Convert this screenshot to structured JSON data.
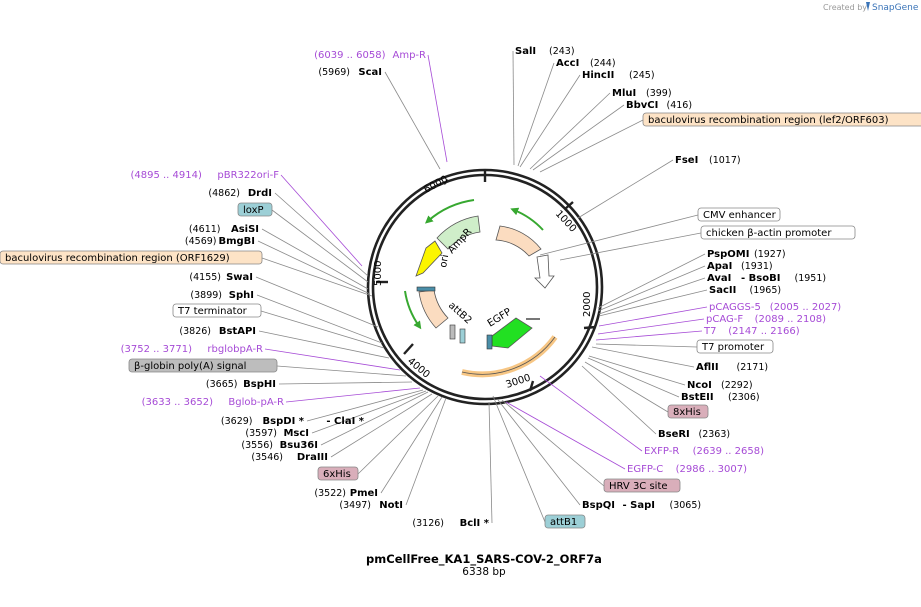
{
  "title": "pmCellFree_KA1_SARS-COV-2_ORF7a",
  "subtitle": "6338 bp",
  "credit": {
    "prefix": "Created by",
    "brand": "SnapGene"
  },
  "ticks": [
    "1000",
    "2000",
    "3000",
    "4000",
    "5000",
    "6000"
  ],
  "colors": {
    "primer": "#a64bd6",
    "boxed_orange": "#fde3c6",
    "boxed_blue": "#9ccfd6",
    "boxed_grey": "#bdbdbd",
    "boxed_pink": "#d9aeba",
    "feat_peach": "#fbdcc0",
    "feat_green_light": "#cfeec9",
    "feat_yellow": "#fbf500",
    "feat_green_bright": "#22e022",
    "feat_orange_arc": "#f7c684",
    "arc_green": "#37a830"
  },
  "features_inner": [
    {
      "label": "AmpR"
    },
    {
      "label": "ori"
    },
    {
      "label": "attB2"
    },
    {
      "label": "EGFP"
    }
  ],
  "labels_right": [
    {
      "name": "SalI",
      "pos": "(243)"
    },
    {
      "name": "AccI",
      "pos": "(244)"
    },
    {
      "name": "HincII",
      "pos": "(245)"
    },
    {
      "name": "MluI",
      "pos": "(399)"
    },
    {
      "name": "BbvCI",
      "pos": "(416)"
    },
    {
      "box": "baculovirus recombination region (lef2/ORF603)",
      "style": "orange"
    },
    {
      "name": "FseI",
      "pos": "(1017)"
    },
    {
      "box": "CMV enhancer",
      "style": "white"
    },
    {
      "box": "chicken β-actin promoter",
      "style": "white"
    },
    {
      "name": "PspOMI",
      "pos": "(1927)"
    },
    {
      "name": "ApaI",
      "pos": "(1931)"
    },
    {
      "name": "AvaI",
      "extra": "- BsoBI",
      "pos": "(1951)"
    },
    {
      "name": "SacII",
      "pos": "(1965)"
    },
    {
      "primer": "pCAGGS-5",
      "range": "(2005 .. 2027)"
    },
    {
      "primer": "pCAG-F",
      "range": "(2089 .. 2108)"
    },
    {
      "primer": "T7",
      "range": "(2147 .. 2166)"
    },
    {
      "box": "T7 promoter",
      "style": "white"
    },
    {
      "name": "AflII",
      "pos": "(2171)"
    },
    {
      "name": "NcoI",
      "pos": "(2292)"
    },
    {
      "name": "BstEII",
      "pos": "(2306)"
    },
    {
      "box": "8xHis",
      "style": "pink"
    },
    {
      "name": "BseRI",
      "pos": "(2363)"
    },
    {
      "primer": "EXFP-R",
      "range": "(2639 .. 2658)"
    },
    {
      "primer": "EGFP-C",
      "range": "(2986 .. 3007)"
    },
    {
      "box": "HRV 3C site",
      "style": "pink"
    },
    {
      "name": "BspQI",
      "extra": "- SapI",
      "pos": "(3065)"
    },
    {
      "box": "attB1",
      "style": "blue"
    }
  ],
  "labels_left": [
    {
      "primer": "Amp-R",
      "range": "(6039 .. 6058)"
    },
    {
      "name": "ScaI",
      "pos": "(5969)"
    },
    {
      "primer": "pBR322ori-F",
      "range": "(4895 .. 4914)"
    },
    {
      "name": "DrdI",
      "pos": "(4862)"
    },
    {
      "box": "loxP",
      "style": "blue"
    },
    {
      "name": "AsiSI",
      "pos": "(4611)"
    },
    {
      "name": "BmgBI",
      "pos": "(4569)"
    },
    {
      "box": "baculovirus recombination region (ORF1629)",
      "style": "orange"
    },
    {
      "name": "SwaI",
      "pos": "(4155)"
    },
    {
      "name": "SphI",
      "pos": "(3899)"
    },
    {
      "box": "T7 terminator",
      "style": "white"
    },
    {
      "name": "BstAPI",
      "pos": "(3826)"
    },
    {
      "primer": "rbglobpA-R",
      "range": "(3752 .. 3771)"
    },
    {
      "box": "β-globin poly(A) signal",
      "style": "grey"
    },
    {
      "name": "BspHI",
      "pos": "(3665)"
    },
    {
      "primer": "Bglob-pA-R",
      "range": "(3633 .. 3652)"
    },
    {
      "name": "BspDI *",
      "extra": "- ClaI *",
      "pos": "(3629)"
    },
    {
      "name": "MscI",
      "pos": "(3597)"
    },
    {
      "name": "Bsu36I",
      "pos": "(3556)"
    },
    {
      "name": "DraIII",
      "pos": "(3546)"
    },
    {
      "box": "6xHis",
      "style": "pink"
    },
    {
      "name": "PmeI",
      "pos": "(3522)"
    },
    {
      "name": "NotI",
      "pos": "(3497)"
    },
    {
      "name": "BclI *",
      "pos": "(3126)"
    }
  ]
}
